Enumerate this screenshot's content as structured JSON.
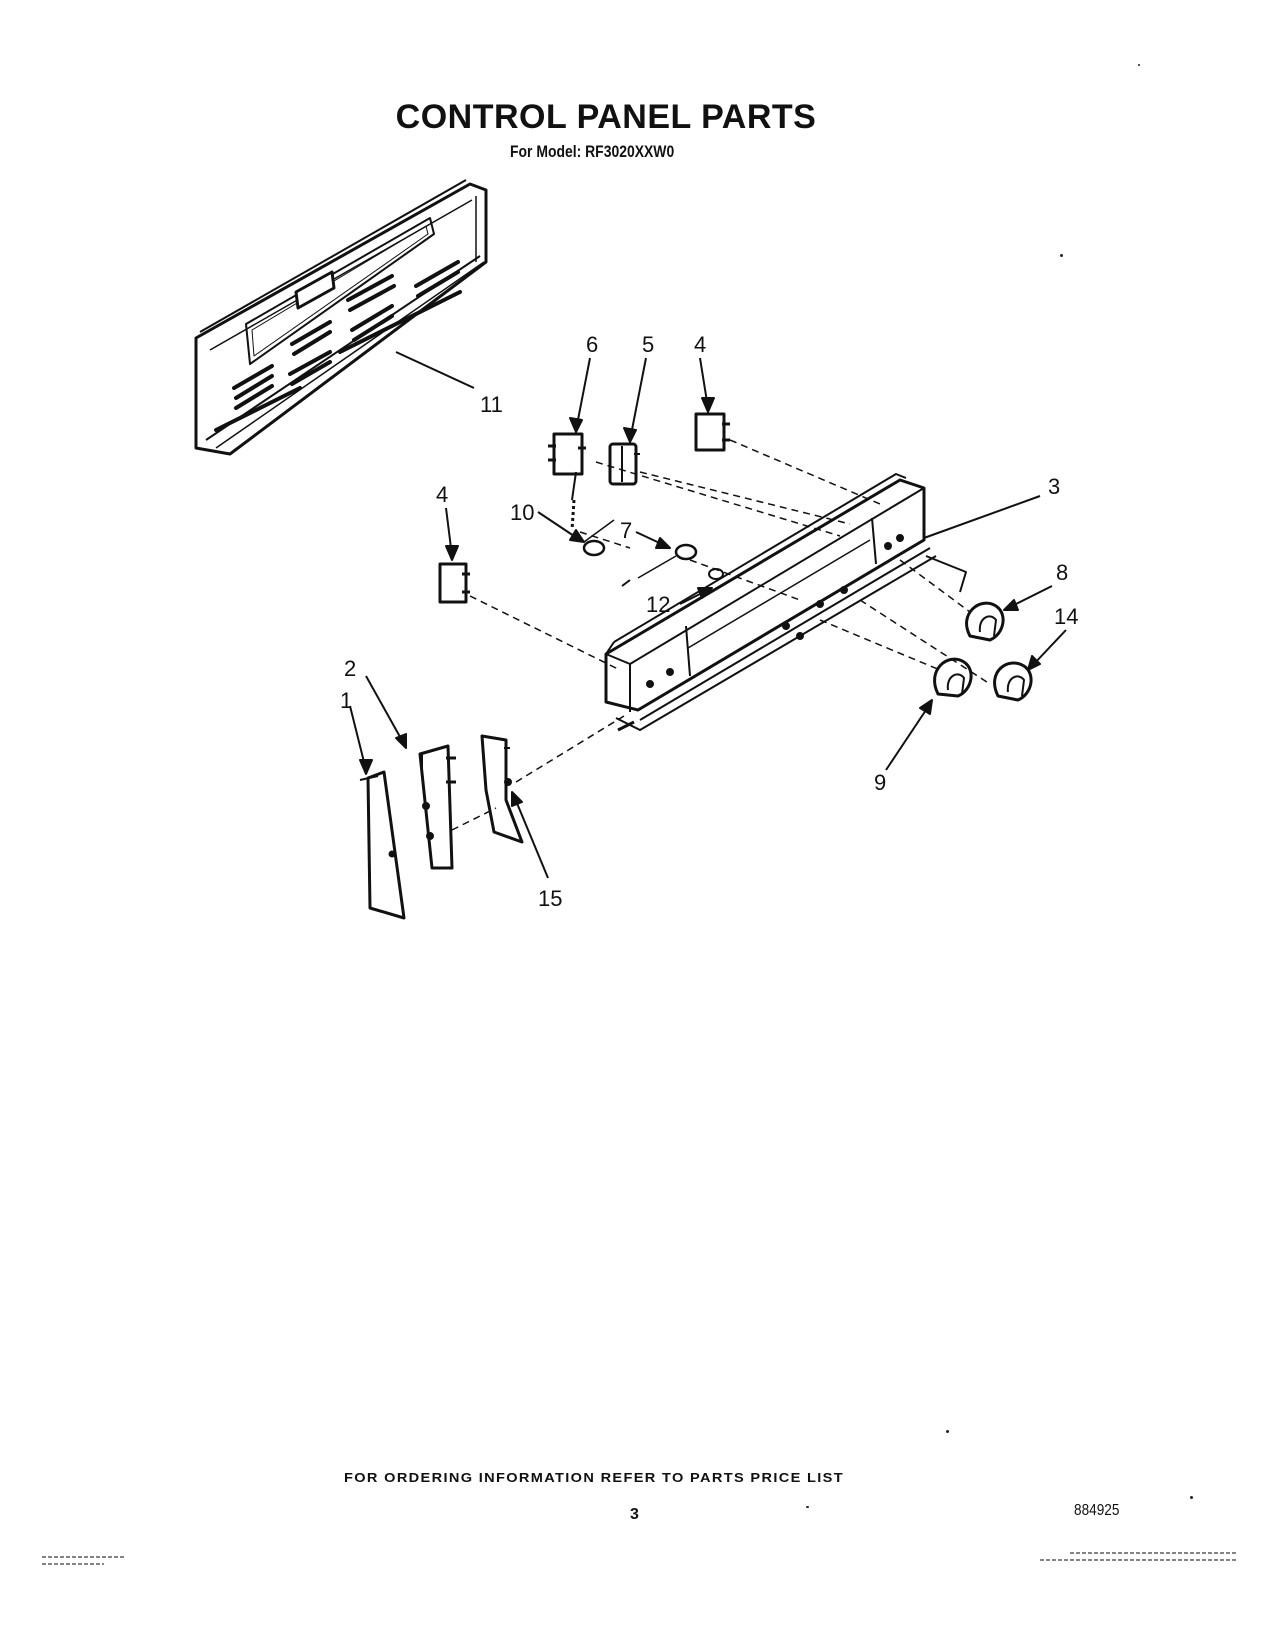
{
  "header": {
    "title": "CONTROL PANEL PARTS",
    "subtitle": "For Model: RF3020XXW0"
  },
  "diagram": {
    "callouts": [
      {
        "id": "c11",
        "label": "11"
      },
      {
        "id": "c6",
        "label": "6"
      },
      {
        "id": "c5",
        "label": "5"
      },
      {
        "id": "c4a",
        "label": "4"
      },
      {
        "id": "c3",
        "label": "3"
      },
      {
        "id": "c4b",
        "label": "4"
      },
      {
        "id": "c10",
        "label": "10"
      },
      {
        "id": "c7",
        "label": "7"
      },
      {
        "id": "c12",
        "label": "12"
      },
      {
        "id": "c8",
        "label": "8"
      },
      {
        "id": "c14",
        "label": "14"
      },
      {
        "id": "c9",
        "label": "9"
      },
      {
        "id": "c2",
        "label": "2"
      },
      {
        "id": "c1",
        "label": "1"
      },
      {
        "id": "c15",
        "label": "15"
      }
    ]
  },
  "footer": {
    "note": "FOR ORDERING INFORMATION REFER TO PARTS PRICE LIST",
    "page_number": "3",
    "doc_number": "884925"
  }
}
